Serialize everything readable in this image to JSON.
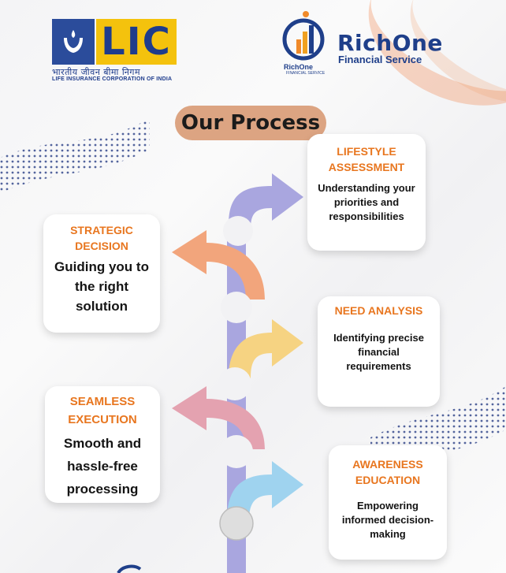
{
  "lic": {
    "letters": "LIC",
    "hindi": "भारतीय जीवन बीमा निगम",
    "english": "LIFE INSURANCE CORPORATION OF INDIA"
  },
  "richone": {
    "brand": "RichOne",
    "subtitle": "Financial Service",
    "mini_brand": "RichOne",
    "mini_sub": "FINANCIAL SERVICE"
  },
  "title": "Our Process",
  "steps": [
    {
      "heading": "LIFESTYLE ASSESSMENT",
      "body": "Understanding your priorities and responsibilities"
    },
    {
      "heading": "STRATEGIC DECISION",
      "body": "Guiding you to the right solution"
    },
    {
      "heading": "NEED ANALYSIS",
      "body": "Identifying precise financial requirements"
    },
    {
      "heading": "SEAMLESS EXECUTION",
      "body": "Smooth and hassle-free processing"
    },
    {
      "heading": "AWARENESS EDUCATION",
      "body": "Empowering informed decision-making"
    }
  ],
  "colors": {
    "accent_orange": "#e8761f",
    "title_pill": "#dca482",
    "trunk": "#a9a6df",
    "arrow_purple": "#a9a6df",
    "arrow_orange": "#f2a57c",
    "arrow_yellow": "#f6d382",
    "arrow_pink": "#e4a2b0",
    "arrow_blue": "#9fd3ef",
    "brand_blue": "#1f3f8a",
    "lic_yellow": "#f4c20d"
  }
}
